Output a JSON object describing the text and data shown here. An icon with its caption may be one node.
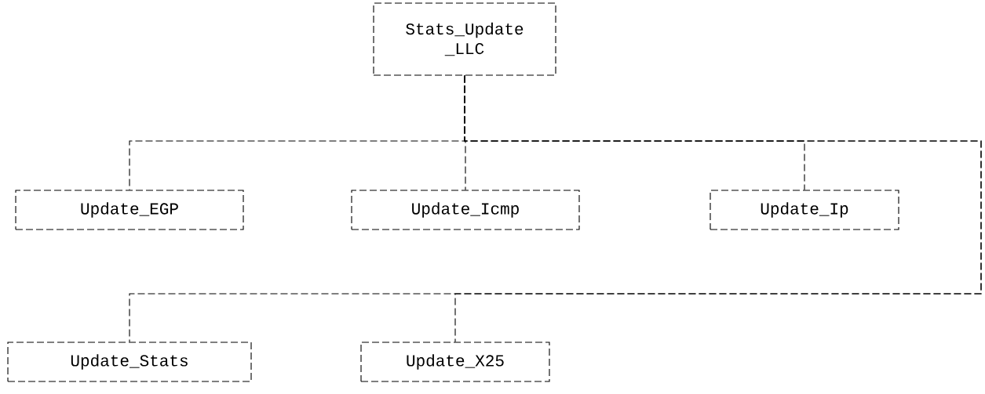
{
  "diagram": {
    "nodes": [
      {
        "text": [
          "Stats_Update _LLC"
        ]
      },
      {
        "text": [
          "Update_EGP"
        ]
      },
      {
        "text": [
          "Update_Icmp"
        ]
      },
      {
        "text": [
          "Update_Ip"
        ]
      },
      {
        "text": [
          "Update_Stats"
        ]
      },
      {
        "text": [
          "Update_X25"
        ]
      }
    ],
    "edges": [
      {
        "from": 0,
        "to": 1,
        "arrow": "none"
      },
      {
        "from": 0,
        "to": 2,
        "arrow": "none"
      },
      {
        "from": 0,
        "to": 3,
        "arrow": "none"
      },
      {
        "from": 0,
        "to": 4,
        "arrow": "none"
      },
      {
        "from": 0,
        "to": 5,
        "arrow": "none"
      }
    ]
  }
}
